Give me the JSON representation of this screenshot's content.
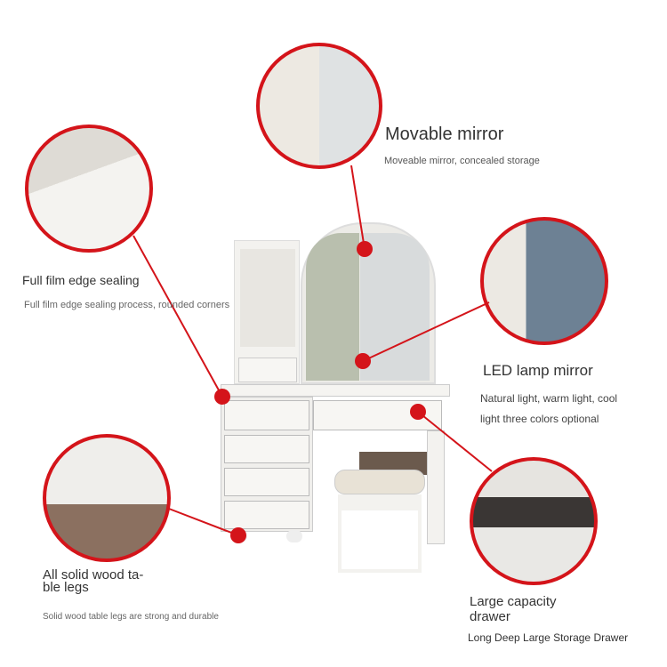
{
  "accent_color": "#d4141a",
  "features": [
    {
      "title": "Movable mirror",
      "desc": "Moveable mirror, concealed storage"
    },
    {
      "title": "Full film edge sealing",
      "desc": "Full film edge sealing process, rounded corners"
    },
    {
      "title": "LED lamp mirror",
      "desc_line1": "Natural light, warm light, cool",
      "desc_line2": "light three colors optional"
    },
    {
      "title_line1": "All solid wood ta-",
      "title_line2": "ble legs",
      "desc": "Solid wood table legs are strong and durable"
    },
    {
      "title_line1": "Large capacity",
      "title_line2": "drawer",
      "desc": "Long Deep Large Storage Drawer"
    }
  ]
}
